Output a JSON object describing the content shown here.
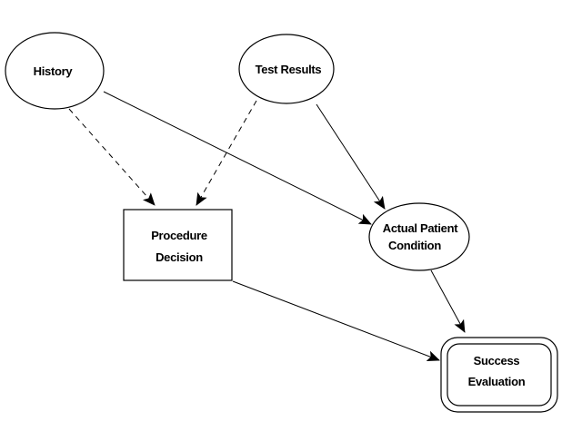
{
  "diagram": {
    "nodes": [
      {
        "id": "history",
        "lines": [
          "History"
        ]
      },
      {
        "id": "test_results",
        "lines": [
          "Test Results"
        ]
      },
      {
        "id": "procedure_decision",
        "lines": [
          "Procedure",
          "Decision"
        ]
      },
      {
        "id": "actual_patient_condition",
        "lines": [
          "Actual Patient",
          "Condition"
        ]
      },
      {
        "id": "success_evaluation",
        "lines": [
          "Success",
          "Evaluation"
        ]
      }
    ],
    "edges": [
      {
        "from": "history",
        "to": "procedure_decision",
        "style": "dashed"
      },
      {
        "from": "history",
        "to": "actual_patient_condition",
        "style": "solid"
      },
      {
        "from": "test_results",
        "to": "procedure_decision",
        "style": "dashed"
      },
      {
        "from": "test_results",
        "to": "actual_patient_condition",
        "style": "solid"
      },
      {
        "from": "procedure_decision",
        "to": "success_evaluation",
        "style": "solid"
      },
      {
        "from": "actual_patient_condition",
        "to": "success_evaluation",
        "style": "solid"
      }
    ]
  }
}
